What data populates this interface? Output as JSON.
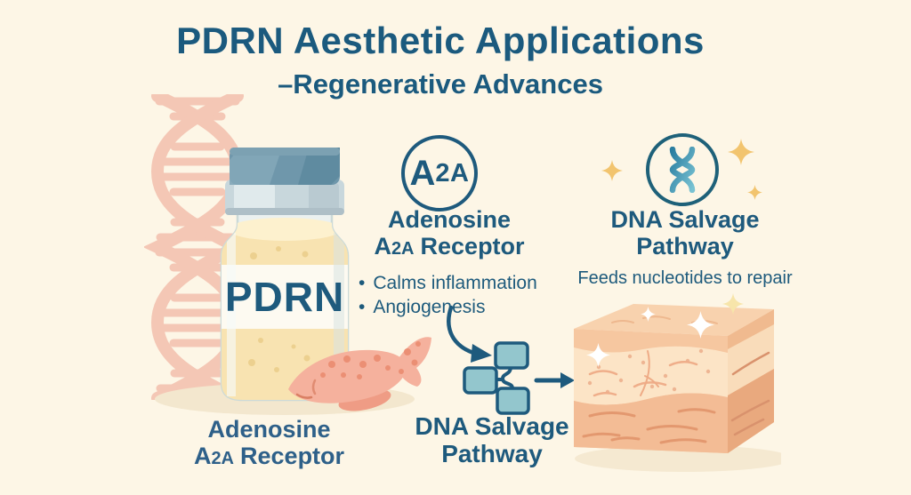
{
  "header": {
    "title": "PDRN Aesthetic Applications",
    "subtitle": "–Regenerative Advances"
  },
  "vial": {
    "label": "PDRN"
  },
  "receptor": {
    "badge_main": "A",
    "badge_sub": "2A",
    "title_line1": "Adenosine",
    "title_line2_main": "A",
    "title_line2_sub": "2A",
    "title_line2_rest": "Receptor",
    "bullet_glyph": "•",
    "bullets": [
      "Calms inflammation",
      "Angiogenesis"
    ]
  },
  "salvage": {
    "title_line1": "DNA Salvage",
    "title_line2": "Pathway",
    "description": "Feeds nucleotides to repair"
  },
  "pathway_caption": {
    "line1": "DNA Salvage",
    "line2": "Pathway"
  },
  "receptor_caption": {
    "line1": "Adenosine",
    "line2_main": "A",
    "line2_sub": "2A",
    "line2_rest": "Receptor"
  },
  "colors": {
    "background": "#fdf6e6",
    "accent_teal": "#1e5a7d",
    "helix_pink": "#f4c7b5",
    "fish_salmon": "#f5b19d",
    "sparkle_gold": "#f2c46e",
    "block_teal": "#93c6cd",
    "vial_cap_blue": "#6f97ab",
    "liquid_cream": "#f8e3b1",
    "skin_peach": "#f6c7a0"
  }
}
